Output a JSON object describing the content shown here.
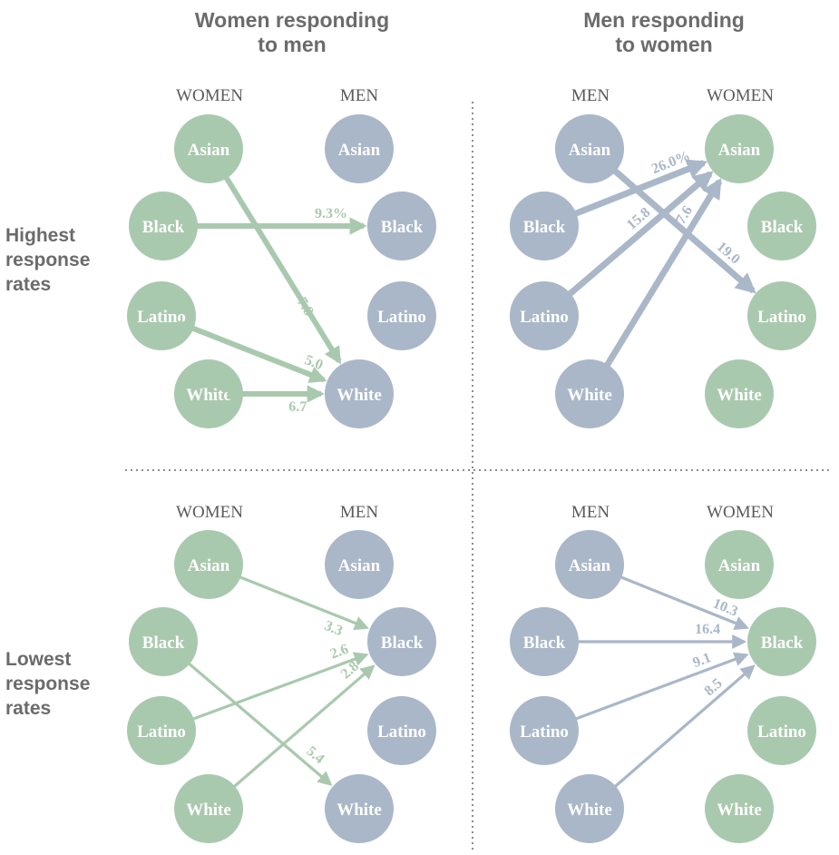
{
  "column_titles": [
    {
      "line1": "Women responding",
      "line2": "to men"
    },
    {
      "line1": "Men responding",
      "line2": "to women"
    }
  ],
  "row_titles": [
    {
      "lines": [
        "Highest",
        "response",
        "rates"
      ]
    },
    {
      "lines": [
        "Lowest",
        "response",
        "rates"
      ]
    }
  ],
  "colors": {
    "green": "#a9c9ae",
    "blue": "#a9b7c8"
  },
  "races": [
    "Asian",
    "Black",
    "Latino",
    "White"
  ],
  "panels": [
    {
      "name": "women-to-men-highest",
      "left_group": "WOMEN",
      "right_group": "MEN",
      "left_color": "green",
      "right_color": "blue",
      "edges": [
        {
          "from": "Asian",
          "to": "White",
          "value": "7.8"
        },
        {
          "from": "Black",
          "to": "Black",
          "value": "9.3%"
        },
        {
          "from": "Latino",
          "to": "White",
          "value": "5.0"
        },
        {
          "from": "White",
          "to": "White",
          "value": "6.7"
        }
      ]
    },
    {
      "name": "men-to-women-highest",
      "left_group": "MEN",
      "right_group": "WOMEN",
      "left_color": "blue",
      "right_color": "green",
      "edges": [
        {
          "from": "Asian",
          "to": "Latino",
          "value": "19.0"
        },
        {
          "from": "Black",
          "to": "Asian",
          "value": "26.0%"
        },
        {
          "from": "Latino",
          "to": "Asian",
          "value": "15.8"
        },
        {
          "from": "White",
          "to": "Asian",
          "value": "17.6"
        }
      ]
    },
    {
      "name": "women-to-men-lowest",
      "left_group": "WOMEN",
      "right_group": "MEN",
      "left_color": "green",
      "right_color": "blue",
      "edges": [
        {
          "from": "Asian",
          "to": "Black",
          "value": "3.3"
        },
        {
          "from": "Black",
          "to": "White",
          "value": "5.4"
        },
        {
          "from": "Latino",
          "to": "Black",
          "value": "2.6"
        },
        {
          "from": "White",
          "to": "Black",
          "value": "2.8"
        }
      ]
    },
    {
      "name": "men-to-women-lowest",
      "left_group": "MEN",
      "right_group": "WOMEN",
      "left_color": "blue",
      "right_color": "green",
      "edges": [
        {
          "from": "Asian",
          "to": "Black",
          "value": "10.3"
        },
        {
          "from": "Black",
          "to": "Black",
          "value": "16.4"
        },
        {
          "from": "Latino",
          "to": "Black",
          "value": "9.1"
        },
        {
          "from": "White",
          "to": "Black",
          "value": "8.5"
        }
      ]
    }
  ]
}
